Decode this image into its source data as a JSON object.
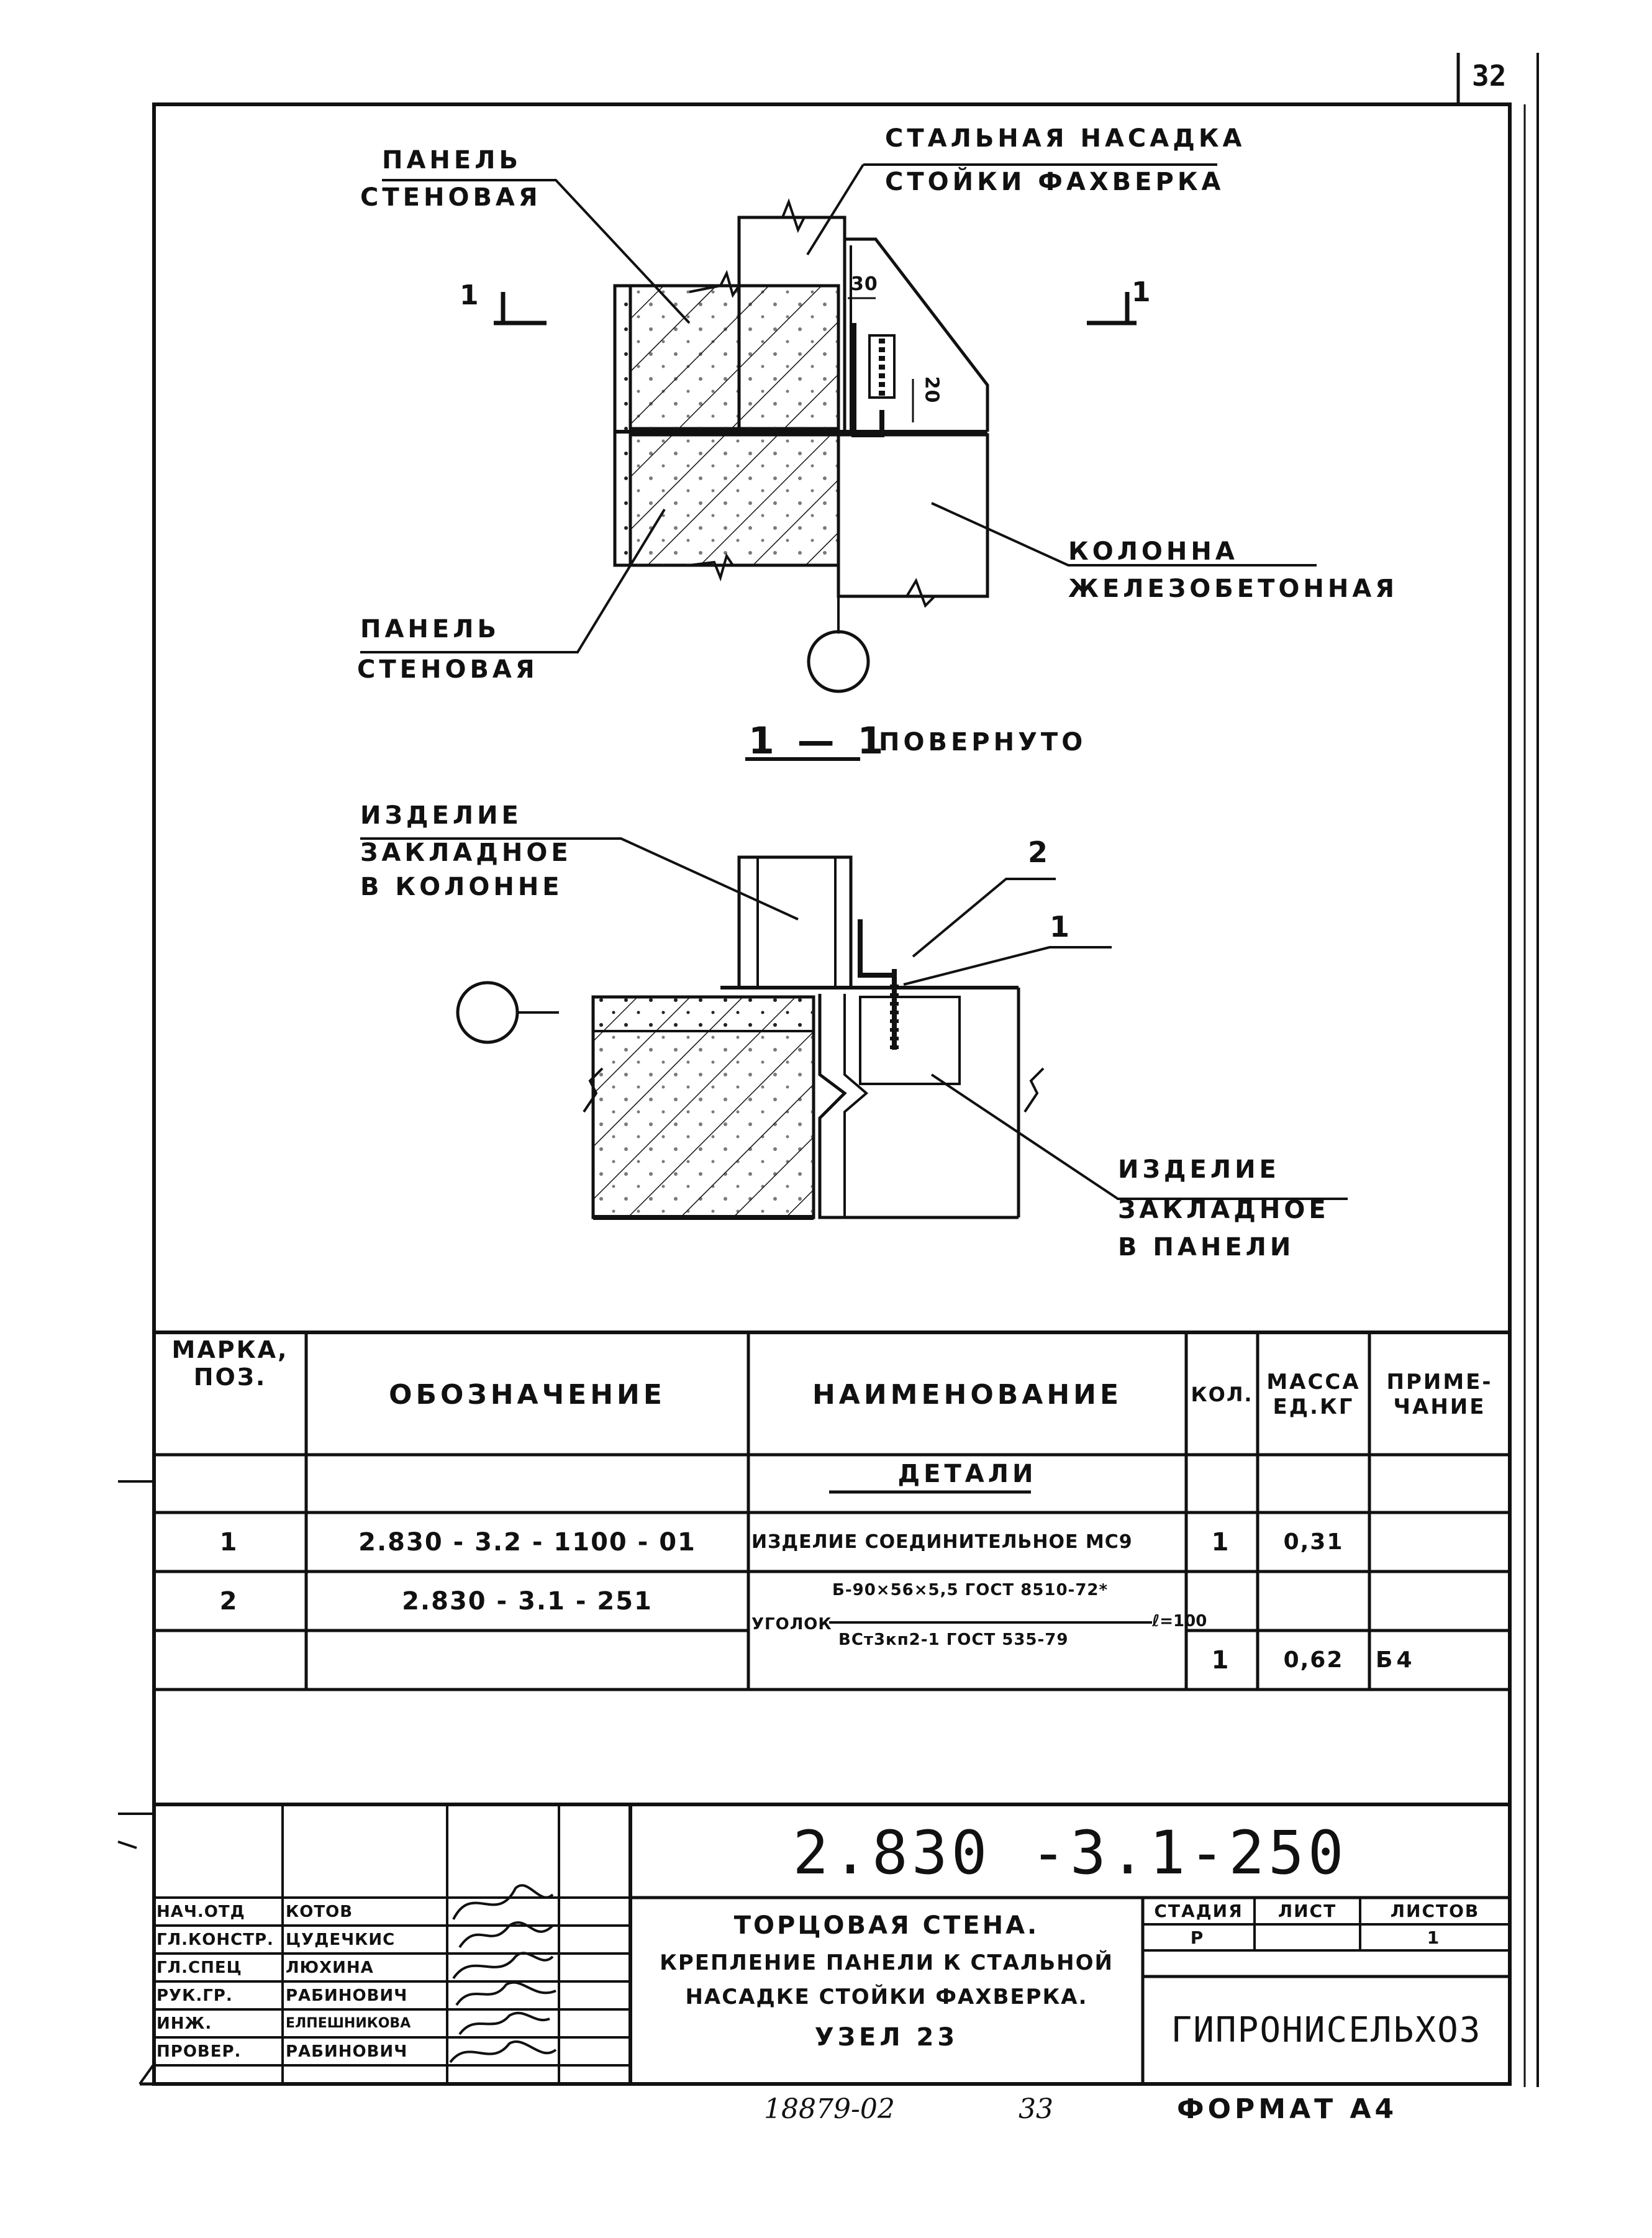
{
  "page_number": "32",
  "drawing": {
    "label_panel_top": [
      "ПАНЕЛЬ",
      "СТЕНОВАЯ"
    ],
    "label_steel_cap": [
      "СТАЛЬНАЯ НАСАДКА",
      "СТОЙКИ ФАХВЕРКА"
    ],
    "label_column": [
      "КОЛОННА",
      "ЖЕЛЕЗОБЕТОННАЯ"
    ],
    "label_panel_bottom": [
      "ПАНЕЛЬ",
      "СТЕНОВАЯ"
    ],
    "section_mark": "1",
    "dim_30": "30",
    "dim_20": "20",
    "section_title": "1 — 1",
    "section_note": "ПОВЕРНУТО",
    "label_embed_column": [
      "ИЗДЕЛИЕ",
      "ЗАКЛАДНОЕ",
      "В КОЛОННЕ"
    ],
    "label_embed_panel": [
      "ИЗДЕЛИЕ",
      "ЗАКЛАДНОЕ",
      "В ПАНЕЛИ"
    ],
    "pos_1": "1",
    "pos_2": "2"
  },
  "spec_table": {
    "headers": {
      "mark": [
        "МАРКА,",
        "ПОЗ."
      ],
      "designation": "ОБОЗНАЧЕНИЕ",
      "name": "НАИМЕНОВАНИЕ",
      "qty": "КОЛ.",
      "mass": [
        "МАССА",
        "ЕД.КГ"
      ],
      "note": [
        "ПРИМЕ-",
        "ЧАНИЕ"
      ]
    },
    "section": "ДЕТАЛИ",
    "rows": [
      {
        "mark": "1",
        "designation": "2.830 - 3.2 - 1100 - 01",
        "name": "ИЗДЕЛИЕ СОЕДИНИТЕЛЬНОЕ МС9",
        "qty": "1",
        "mass": "0,31",
        "note": ""
      },
      {
        "mark": "2",
        "designation": "2.830 - 3.1 - 251",
        "name_prefix": "УГОЛОК",
        "name_top": "Б-90×56×5,5 ГОСТ 8510-72*",
        "name_bottom": "ВСт3кп2-1 ГОСТ 535-79",
        "name_suffix": "ℓ=100",
        "qty": "1",
        "mass": "0,62",
        "note": "Б4"
      }
    ]
  },
  "title_block": {
    "doc_number": "2.830 -3.1-250",
    "roles": [
      "НАЧ.ОТД",
      "ГЛ.КОНСТР.",
      "ГЛ.СПЕЦ",
      "РУК.ГР.",
      "ИНЖ.",
      "ПРОВЕР."
    ],
    "names": [
      "КОТОВ",
      "ЦУДЕЧКИС",
      "ЛЮХИНА",
      "РАБИНОВИЧ",
      "ЕЛПЕШНИКОВА",
      "РАБИНОВИЧ"
    ],
    "title_lines": [
      "ТОРЦОВАЯ СТЕНА.",
      "КРЕПЛЕНИЕ ПАНЕЛИ К СТАЛЬНОЙ",
      "НАСАДКЕ СТОЙКИ ФАХВЕРКА.",
      "УЗЕЛ 23"
    ],
    "stage_label": "СТАДИЯ",
    "sheet_label": "ЛИСТ",
    "sheets_label": "ЛИСТОВ",
    "stage": "Р",
    "sheet": "",
    "sheets": "1",
    "organization": "ГИПРОНИСЕЛЬХОЗ"
  },
  "footer": {
    "inventory": "18879-02",
    "page": "33",
    "format": "ФОРМАТ А4"
  }
}
